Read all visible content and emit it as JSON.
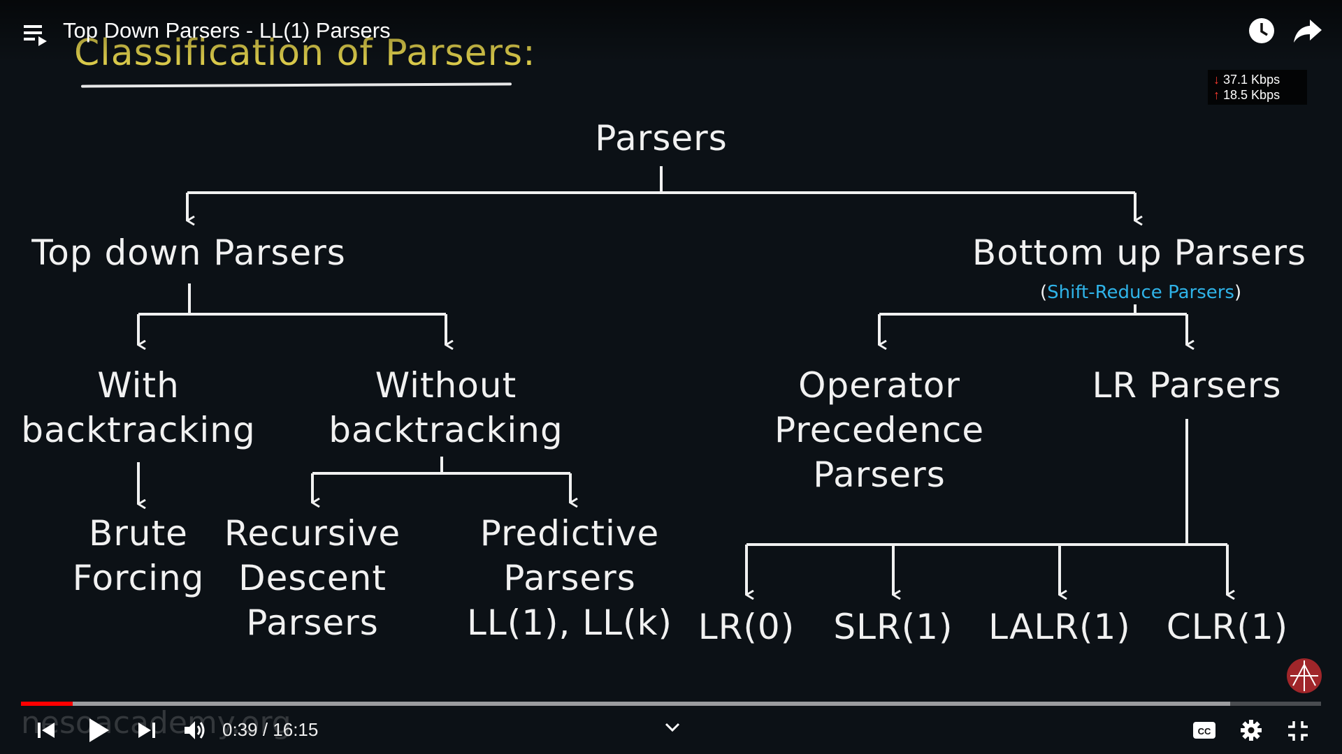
{
  "player": {
    "title": "Top Down Parsers - LL(1) Parsers",
    "time_current": "0:39",
    "time_separator": " / ",
    "time_total": "16:15",
    "progress_fraction": 0.04,
    "buffered_fraction": 0.93,
    "accent_color": "#ff0000",
    "watermark": "nesoacademy.org"
  },
  "stats": {
    "down_arrow": "↓",
    "down_rate": "37.1 Kbps",
    "up_arrow": "↑",
    "up_rate": "18.5 Kbps"
  },
  "slide": {
    "heading": "Classification of Parsers:",
    "root": "Parsers",
    "top_down": "Top down Parsers",
    "bottom_up": "Bottom up Parsers",
    "bottom_up_sub_open": "(",
    "bottom_up_sub_hl": "Shift-Reduce Parsers",
    "bottom_up_sub_close": ")",
    "with_bt_1": "With",
    "with_bt_2": "backtracking",
    "without_bt_1": "Without",
    "without_bt_2": "backtracking",
    "brute_1": "Brute",
    "brute_2": "Forcing",
    "recursive_1": "Recursive",
    "recursive_2": "Descent",
    "recursive_3": "Parsers",
    "predictive_1": "Predictive",
    "predictive_2": "Parsers",
    "predictive_3": "LL(1), LL(k)",
    "operator_1": "Operator",
    "operator_2": "Precedence",
    "operator_3": "Parsers",
    "lr_parsers": "LR Parsers",
    "lr0": "LR(0)",
    "slr1": "SLR(1)",
    "lalr1": "LALR(1)",
    "clr1": "CLR(1)",
    "heading_color": "#d9c94a",
    "highlight_color": "#2fb3e8"
  },
  "icons": [
    "playlist-icon",
    "clock-icon",
    "share-icon",
    "previous-icon",
    "play-icon",
    "next-icon",
    "volume-icon",
    "chevron-down-icon",
    "captions-icon",
    "settings-icon",
    "exit-fullscreen-icon",
    "channel-logo-icon"
  ]
}
